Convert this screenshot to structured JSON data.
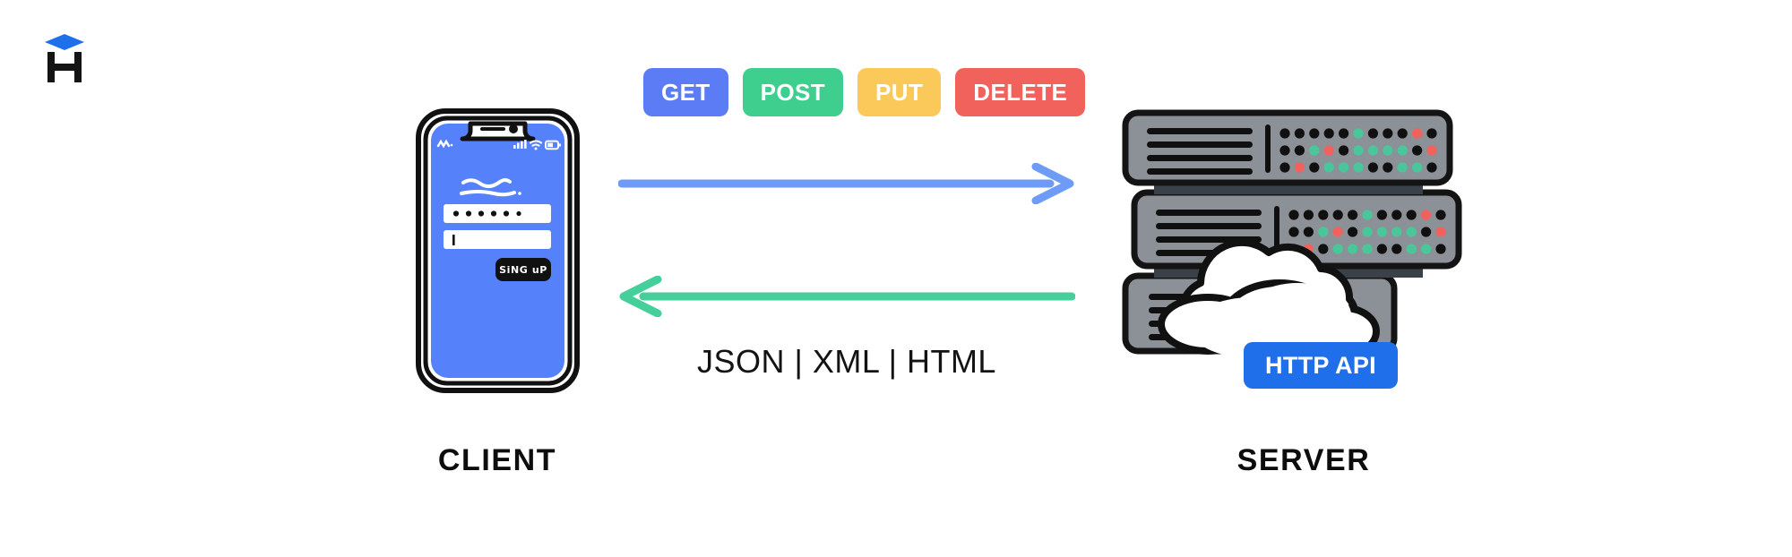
{
  "brand": {
    "logo_letter": "H",
    "logo_icon": "graduation-cap-icon",
    "logo_cap_color": "#1f6feb",
    "logo_letter_color": "#141414"
  },
  "methods": {
    "items": [
      {
        "label": "GET",
        "color": "#5b7cf5"
      },
      {
        "label": "POST",
        "color": "#3ecf8e"
      },
      {
        "label": "PUT",
        "color": "#fbc95a"
      },
      {
        "label": "DELETE",
        "color": "#f2625c"
      }
    ]
  },
  "client": {
    "caption": "CLIENT",
    "phone": {
      "screen_color": "#5582fb",
      "frame_color": "#111111",
      "status_bar": {
        "carrier_icon": "carrier-signal-squiggle-icon",
        "signal_icon": "cellular-signal-icon",
        "wifi_icon": "wifi-icon",
        "battery_icon": "battery-icon"
      },
      "heading_placeholder_lines": 2,
      "password_field": {
        "dots": 6
      },
      "text_field": {
        "value": "",
        "cursor": true
      },
      "submit_button": {
        "label": "SiNG uP",
        "color": "#111111"
      }
    }
  },
  "flow": {
    "request_arrow": {
      "direction": "right",
      "color": "#6e9bf5",
      "name": "request-arrow"
    },
    "response_arrow": {
      "direction": "left",
      "color": "#45cf9b",
      "name": "response-arrow"
    },
    "payload_formats": "JSON | XML | HTML"
  },
  "server": {
    "caption": "SERVER",
    "rack_color": "#8b9197",
    "outline_color": "#141414",
    "shadow_color": "#3b4149",
    "racks": [
      {
        "vent_lines": 4,
        "leds": [
          [
            "black",
            "black",
            "black",
            "black",
            "black",
            "green",
            "black",
            "black",
            "black",
            "red",
            "black"
          ],
          [
            "black",
            "black",
            "green",
            "red",
            "black",
            "green",
            "green",
            "green",
            "green",
            "black",
            "red"
          ],
          [
            "black",
            "red",
            "black",
            "green",
            "green",
            "green",
            "black",
            "black",
            "green",
            "green",
            "black"
          ]
        ]
      },
      {
        "vent_lines": 4,
        "leds": [
          [
            "black",
            "black",
            "black",
            "black",
            "black",
            "green",
            "black",
            "black",
            "black",
            "red",
            "black"
          ],
          [
            "black",
            "black",
            "green",
            "red",
            "black",
            "green",
            "green",
            "green",
            "green",
            "black",
            "red"
          ],
          [
            "black",
            "red",
            "black",
            "green",
            "green",
            "green",
            "black",
            "black",
            "green",
            "green",
            "black"
          ]
        ]
      },
      {
        "vent_lines": 4,
        "leds": []
      }
    ],
    "led_colors": {
      "black": "#101010",
      "green": "#4ac79a",
      "red": "#f2625c"
    },
    "cloud": {
      "fill": "#ffffff",
      "stroke": "#111111",
      "name": "cloud-icon"
    },
    "api_badge": {
      "label": "HTTP API",
      "color": "#1f6feb"
    }
  }
}
